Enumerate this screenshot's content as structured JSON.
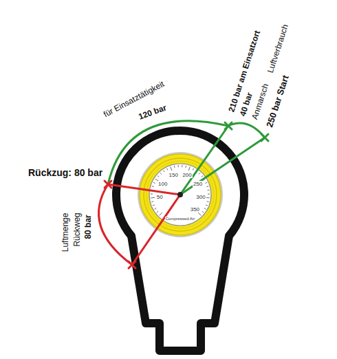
{
  "diagram": {
    "labels": [
      "250 bar Start",
      "Luftverbrauch",
      "Anmarsch",
      "40 bar",
      "210 bar am Einsatzort",
      "für Einsatztätigkeit",
      "120 bar",
      "Rückzug: 80 bar",
      "Luftmenge",
      "Rückweg",
      "80 bar",
      "50",
      "100",
      "150",
      "200",
      "250",
      "300",
      "350",
      "Compressed Air"
    ]
  }
}
